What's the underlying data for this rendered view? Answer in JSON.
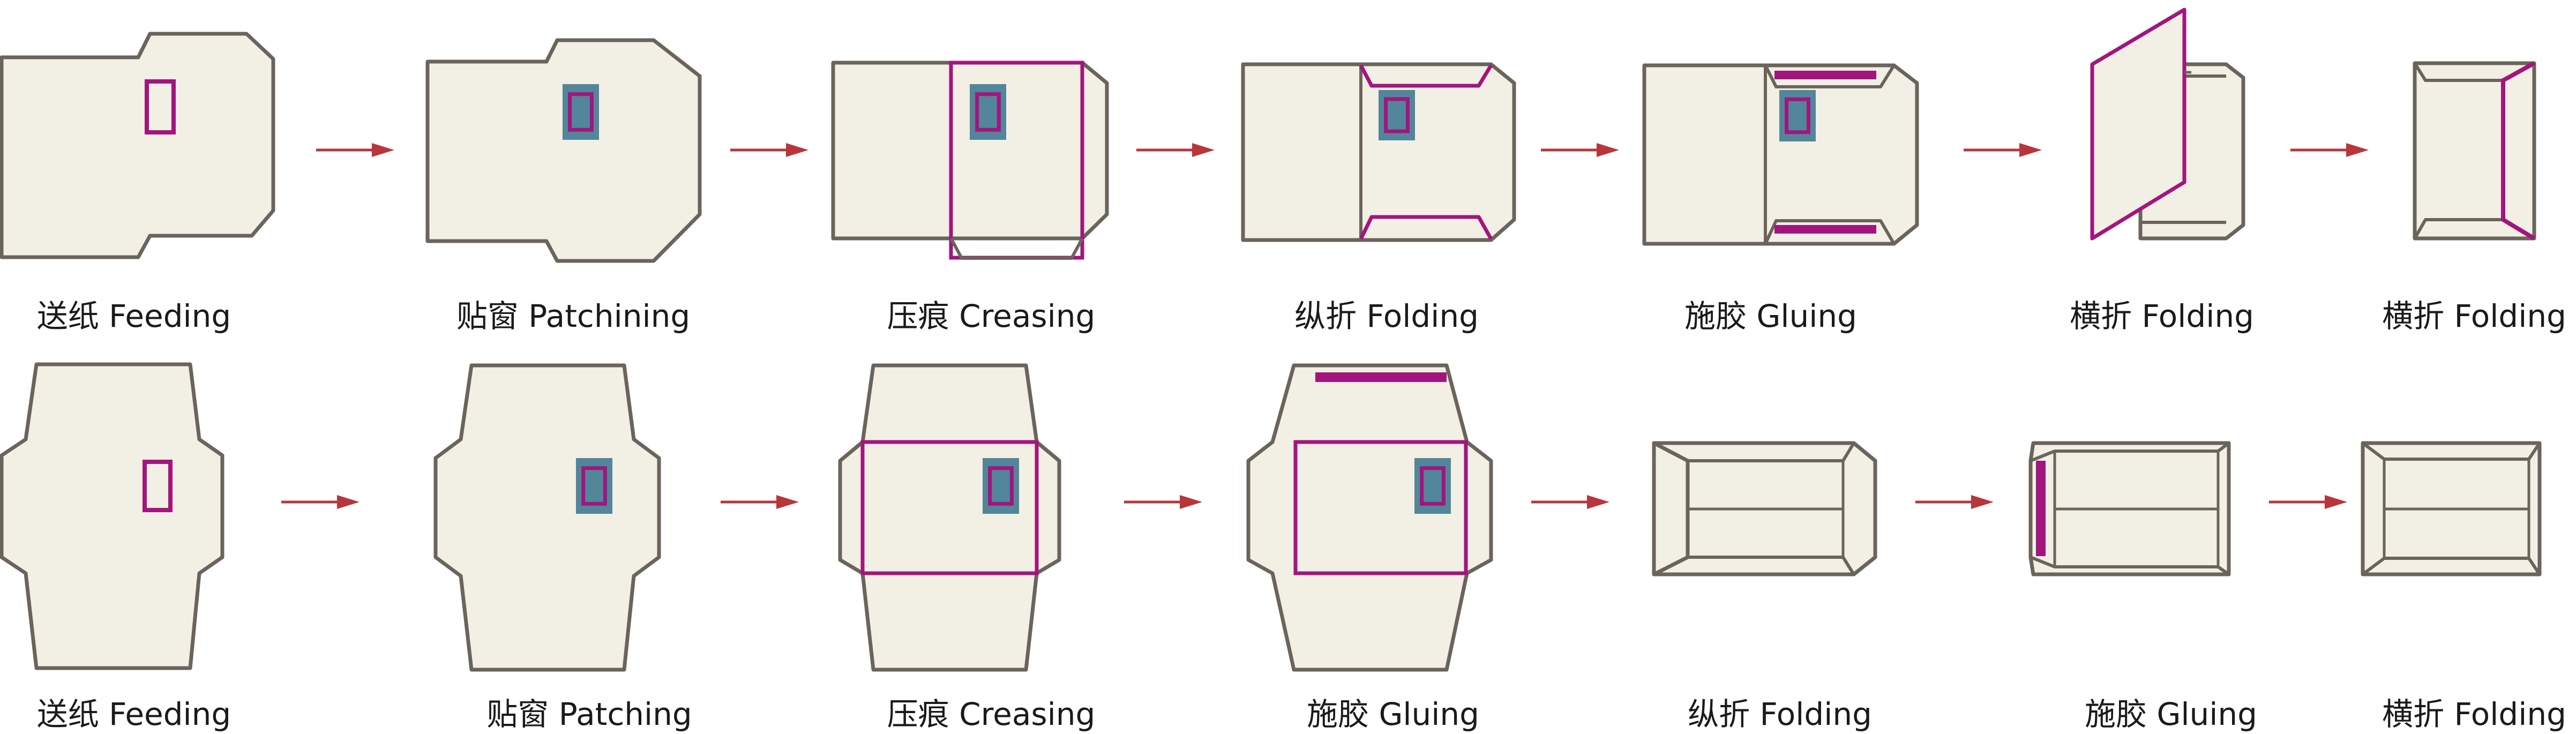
{
  "colors": {
    "paper_fill": "#f2efe4",
    "paper_stroke": "#6b645c",
    "crease": "#a3157e",
    "window_fill": "#52869a",
    "glue": "#a3157e",
    "arrow": "#b8363b"
  },
  "rows": [
    {
      "steps": [
        {
          "label": "送纸 Feeding",
          "diagram": "blank-with-window-outline"
        },
        {
          "label": "贴窗 Patchining",
          "diagram": "window-patched"
        },
        {
          "label": "压痕 Creasing",
          "diagram": "creased"
        },
        {
          "label": "纵折 Folding",
          "diagram": "side-flaps-folded"
        },
        {
          "label": "施胶 Gluing",
          "diagram": "glue-strips-applied"
        },
        {
          "label": "横折 Folding",
          "diagram": "flap-folding-over"
        },
        {
          "label": "横折 Folding",
          "diagram": "finished-envelope"
        }
      ]
    },
    {
      "steps": [
        {
          "label": "送纸 Feeding",
          "diagram": "blank-with-window-outline"
        },
        {
          "label": "贴窗 Patching",
          "diagram": "window-patched"
        },
        {
          "label": "压痕 Creasing",
          "diagram": "creased"
        },
        {
          "label": "施胶 Gluing",
          "diagram": "glue-strip-applied"
        },
        {
          "label": "纵折 Folding",
          "diagram": "folded-pocket"
        },
        {
          "label": "施胶 Gluing",
          "diagram": "side-glue-applied"
        },
        {
          "label": "横折 Folding",
          "diagram": "finished-envelope"
        }
      ]
    }
  ]
}
